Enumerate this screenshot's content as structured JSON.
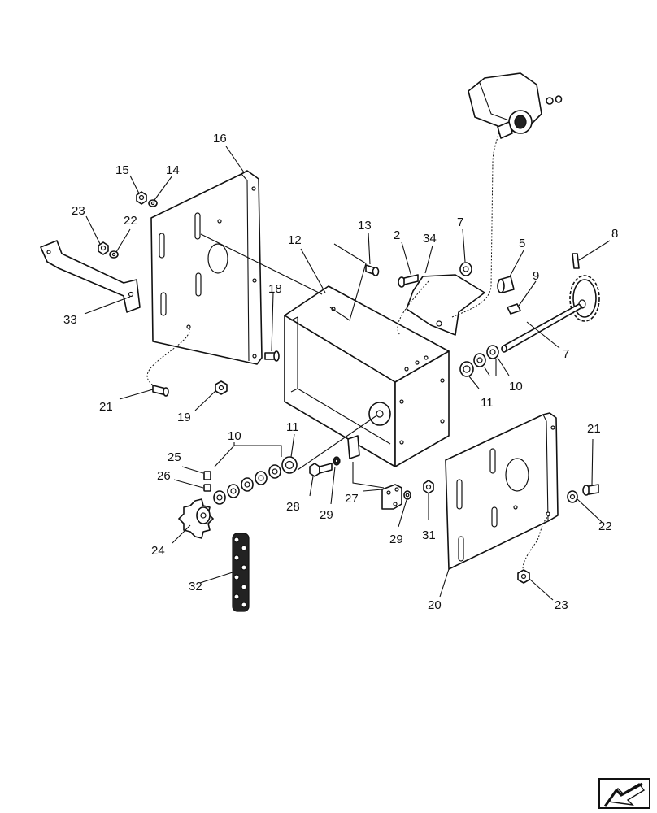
{
  "callouts": {
    "c16": "16",
    "c15": "15",
    "c14": "14",
    "c23a": "23",
    "c22a": "22",
    "c33": "33",
    "c12": "12",
    "c13": "13",
    "c2": "2",
    "c34": "34",
    "c7a": "7",
    "c5": "5",
    "c8": "8",
    "c9": "9",
    "c7b": "7",
    "c18": "18",
    "c21a": "21",
    "c19": "19",
    "c11a": "11",
    "c10a": "10",
    "c10b": "10",
    "c25": "25",
    "c26": "26",
    "c24": "24",
    "c11b": "11",
    "c28": "28",
    "c29a": "29",
    "c27": "27",
    "c29b": "29",
    "c31": "31",
    "c32": "32",
    "c20": "20",
    "c21b": "21",
    "c22b": "22",
    "c23b": "23"
  },
  "icons": {
    "nav_arrow": "next-page-arrow-icon"
  }
}
